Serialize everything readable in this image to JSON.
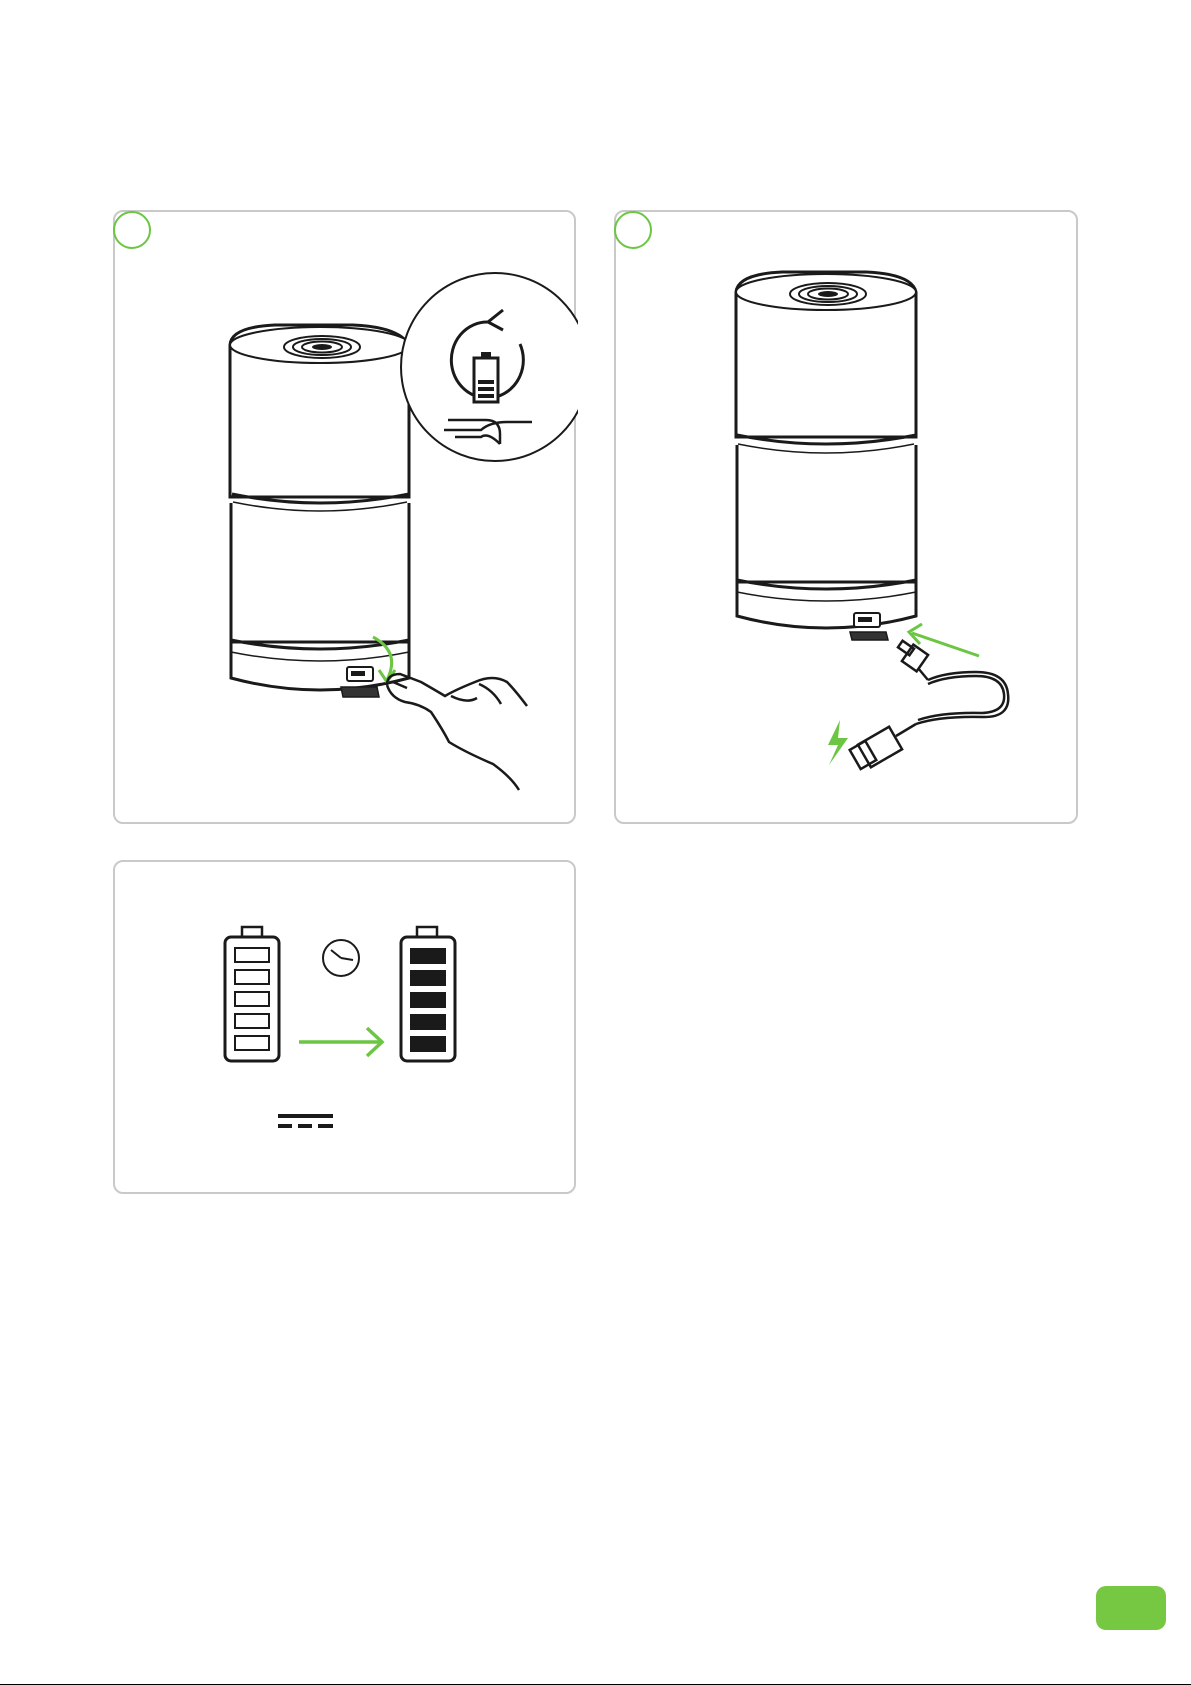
{
  "steps": [
    {
      "number": "",
      "illustration": "power-button-press"
    },
    {
      "number": "",
      "illustration": "usb-charging"
    },
    {
      "number": "",
      "illustration": "charging-time"
    }
  ],
  "page_number": "",
  "colors": {
    "accent": "#6cc644",
    "line": "#1a1a1a",
    "panel_border": "#c9c9c9"
  },
  "icons": [
    "battery-reset-icon",
    "power-press-icon",
    "lightning-icon",
    "clock-icon",
    "battery-empty-icon",
    "battery-full-icon",
    "direct-current-icon",
    "usb-cable-icon",
    "hand-icon"
  ]
}
